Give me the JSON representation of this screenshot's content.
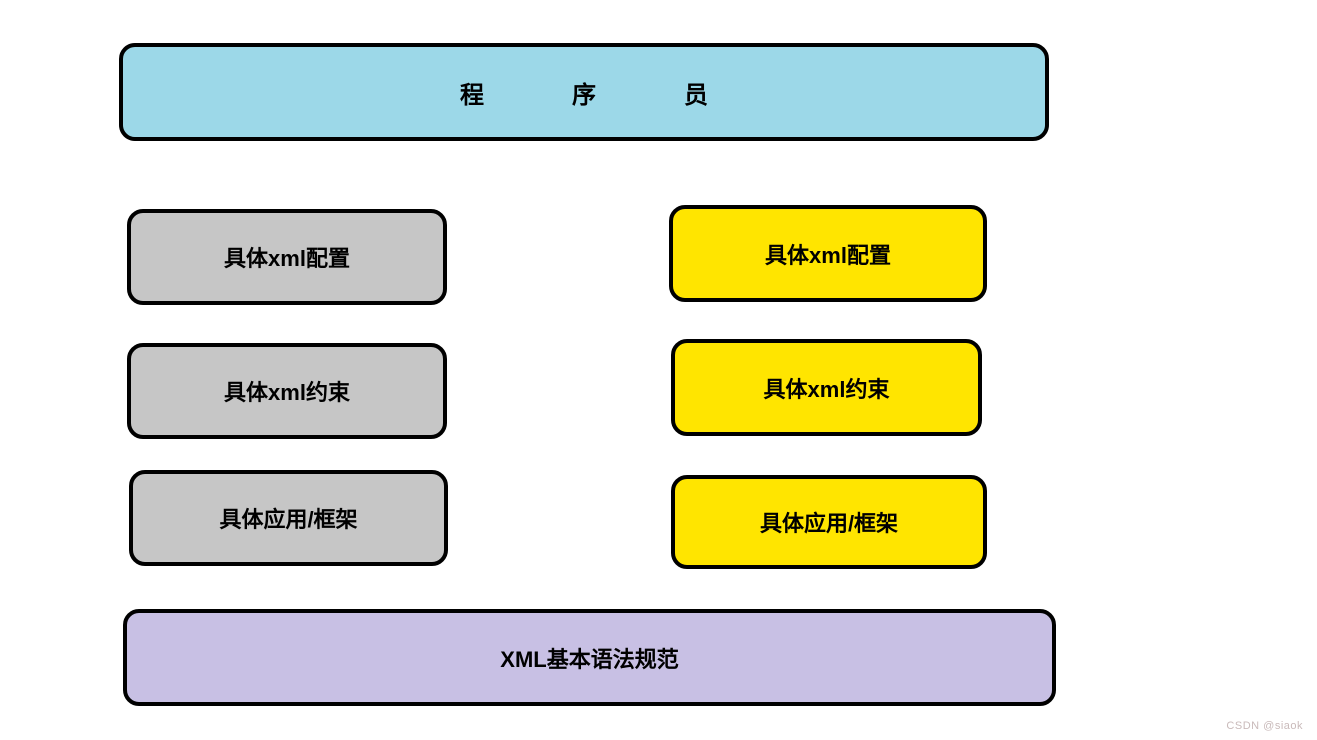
{
  "diagram": {
    "programmer_box": {
      "label": "程序员",
      "color": "#9CD8E8"
    },
    "left_column": [
      {
        "label": "具体xml配置",
        "color": "#C6C6C6"
      },
      {
        "label": "具体xml约束",
        "color": "#C6C6C6"
      },
      {
        "label": "具体应用/框架",
        "color": "#C6C6C6"
      }
    ],
    "right_column": [
      {
        "label": "具体xml配置",
        "color": "#FFE500"
      },
      {
        "label": "具体xml约束",
        "color": "#FFE500"
      },
      {
        "label": "具体应用/框架",
        "color": "#FFE500"
      }
    ],
    "base_box": {
      "label": "XML基本语法规范",
      "color": "#C8C0E4"
    },
    "border_color": "#000000"
  },
  "watermark": {
    "text": "CSDN @siaok",
    "color": "#C9BABA"
  }
}
